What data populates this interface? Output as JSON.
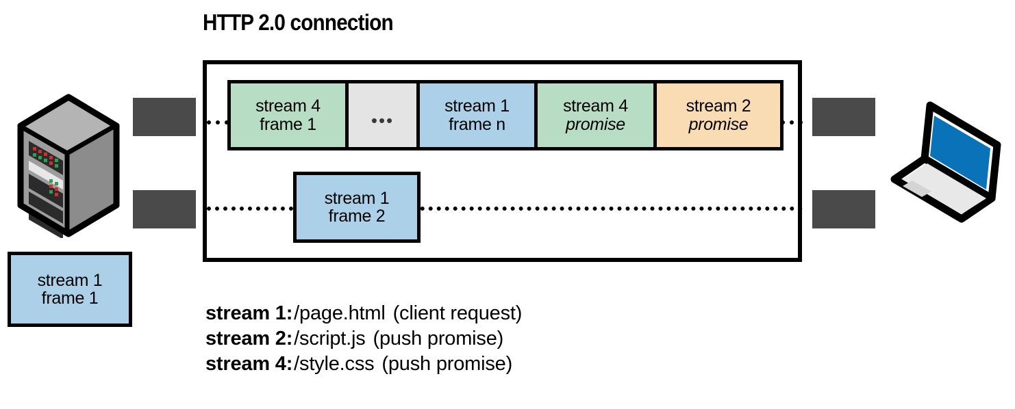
{
  "title": "HTTP 2.0 connection",
  "colors": {
    "green": "#b7ddc5",
    "gray": "#e4e4e4",
    "blue": "#abd0e8",
    "orange": "#fadcb4",
    "arrow": "#4a4a4a",
    "outline": "#000000",
    "laptop_screen": "#0a72b9"
  },
  "connection": {
    "frame_strip": [
      {
        "name": "stream-4-frame-1",
        "line1": "stream 4",
        "line2": "frame 1",
        "color": "green",
        "italic2": false
      },
      {
        "name": "ellipsis",
        "line1": "•••",
        "line2": "",
        "color": "gray",
        "italic2": false
      },
      {
        "name": "stream-1-frame-n",
        "line1": "stream 1",
        "line2": "frame n",
        "color": "blue",
        "italic2": false
      },
      {
        "name": "stream-4-promise",
        "line1": "stream 4",
        "line2": "promise",
        "color": "green",
        "italic2": true
      },
      {
        "name": "stream-2-promise",
        "line1": "stream 2",
        "line2": "promise",
        "color": "orange",
        "italic2": true
      }
    ],
    "return_frame": {
      "line1": "stream 1",
      "line2": "frame 2"
    }
  },
  "pending_frame": {
    "line1": "stream 1",
    "line2": "frame 1"
  },
  "endpoints": {
    "server": "server",
    "client": "client-laptop"
  },
  "arrows": {
    "server_outbound": "arrow-right",
    "server_inbound": "arrow-left",
    "client_outbound": "arrow-right",
    "client_inbound": "arrow-left"
  },
  "legend": [
    {
      "stream": "stream 1",
      "sep": ":",
      "path": "/page.html",
      "note": "(client request)"
    },
    {
      "stream": "stream 2",
      "sep": ":",
      "path": "/script.js",
      "note": "(push promise)"
    },
    {
      "stream": "stream 4",
      "sep": ":",
      "path": "/style.css",
      "note": "(push promise)"
    }
  ]
}
